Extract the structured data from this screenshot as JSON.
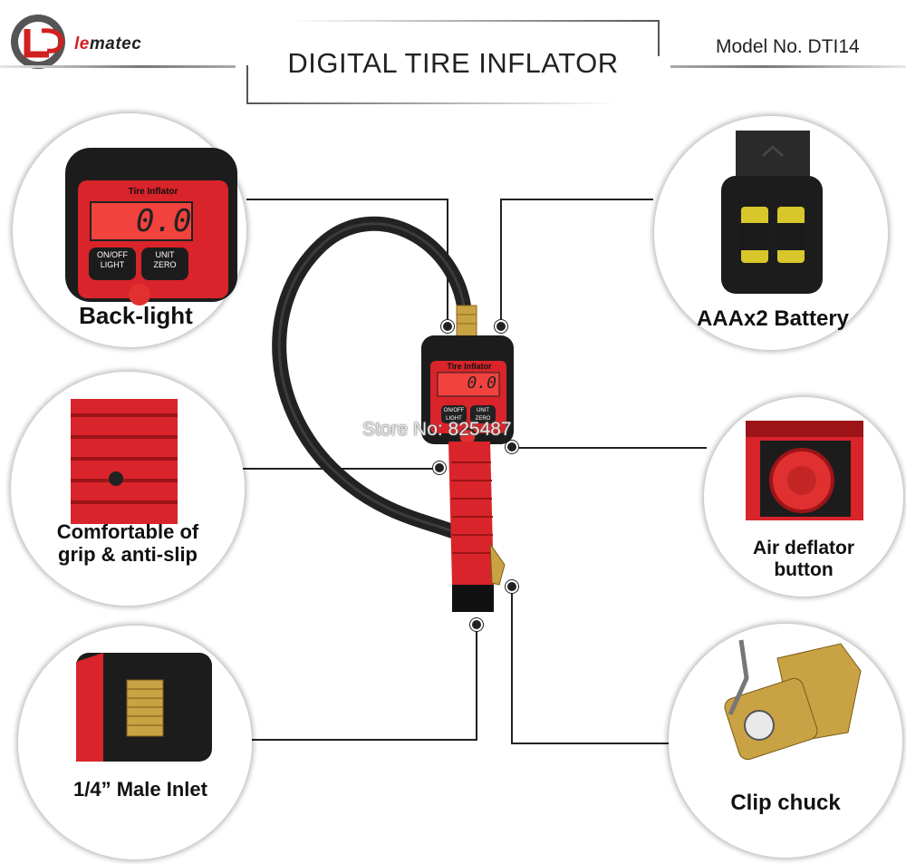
{
  "header": {
    "logo_prefix": "le",
    "logo_suffix": "matec",
    "title": "DIGITAL TIRE  INFLATOR",
    "model": "Model No. DTI14"
  },
  "device": {
    "screen_brand": "Tire Inflator",
    "display_value": "0.0",
    "btn_left_top": "ON/OFF",
    "btn_left_bottom": "LIGHT",
    "btn_right_top": "UNIT",
    "btn_right_bottom": "ZERO"
  },
  "features": {
    "backlight": "Back-light",
    "battery": "AAAx2 Battery",
    "grip_line1": "Comfortable of",
    "grip_line2": "grip & anti-slip",
    "deflator_line1": "Air deflator",
    "deflator_line2": "button",
    "inlet": "1/4” Male Inlet",
    "chuck": "Clip chuck"
  },
  "watermark": "Store No: 825487",
  "colors": {
    "accent_red": "#d8242a",
    "body_black": "#1c1c1c",
    "brass": "#c9a243",
    "lcd": "#f2423e"
  }
}
